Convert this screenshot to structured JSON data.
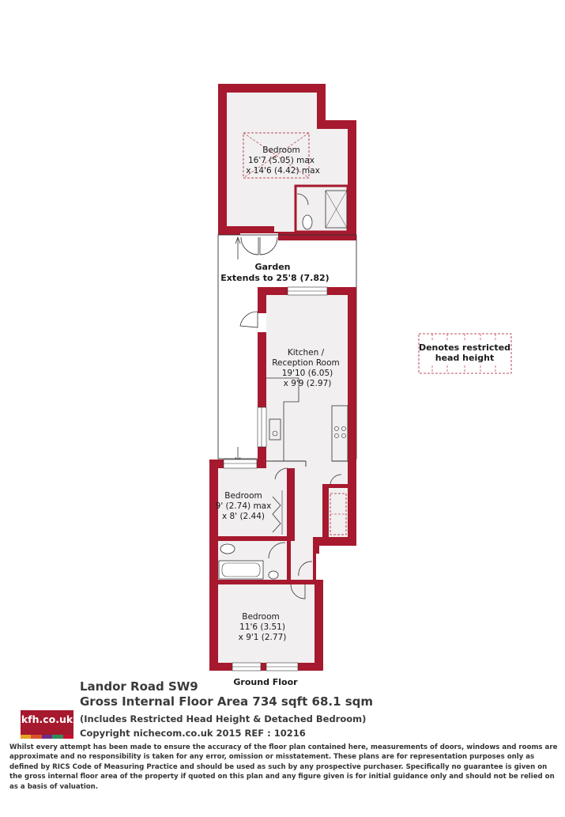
{
  "plan": {
    "rooms": [
      {
        "name": "Bedroom",
        "dim1": "16'7 (5.05) max",
        "dim2": "x 14'6 (4.42) max"
      },
      {
        "name": "Kitchen /",
        "name2": "Reception Room",
        "dim1": "19'10 (6.05)",
        "dim2": "x 9'9 (2.97)"
      },
      {
        "name": "Bedroom",
        "dim1": "9' (2.74) max",
        "dim2": "x 8' (2.44)"
      },
      {
        "name": "Bedroom",
        "dim1": "11'6 (3.51)",
        "dim2": "x 9'1 (2.77)"
      }
    ],
    "garden_label": "Garden",
    "garden_dim": "Extends to 25'8 (7.82)",
    "floor_label": "Ground Floor",
    "legend_line1": "Denotes restricted",
    "legend_line2": "head height"
  },
  "header": {
    "address": "Landor Road  SW9",
    "area": "Gross Internal Floor Area 734 sqft 68.1 sqm",
    "note": "(Includes Restricted Head Height & Detached Bedroom)",
    "copyright": "Copyright nichecom.co.uk 2015 REF : 10216"
  },
  "logo": {
    "text": "kfh.co.uk",
    "bg_color": "#a6192e",
    "stripe_colors": [
      "#e5a323",
      "#d9532c",
      "#6f2b87",
      "#2f8f5b",
      "#c8102e"
    ]
  },
  "disclaimer": "Whilst every attempt has been made to ensure the accuracy of the floor plan contained here, measurements of doors, windows and rooms are approximate and no responsibility is taken for any error, omission or misstatement.  These plans are for representation purposes only as defined by RICS Code of Measuring Practice and should be used as such by any prospective purchaser.  Specifically no guarantee is given on the gross internal floor area of the property if quoted on this plan and any figure given is for initial guidance only and should not be relied on as a basis of valuation.",
  "colors": {
    "wall": "#a6192e",
    "floor": "#f1efef",
    "line": "#333333"
  }
}
